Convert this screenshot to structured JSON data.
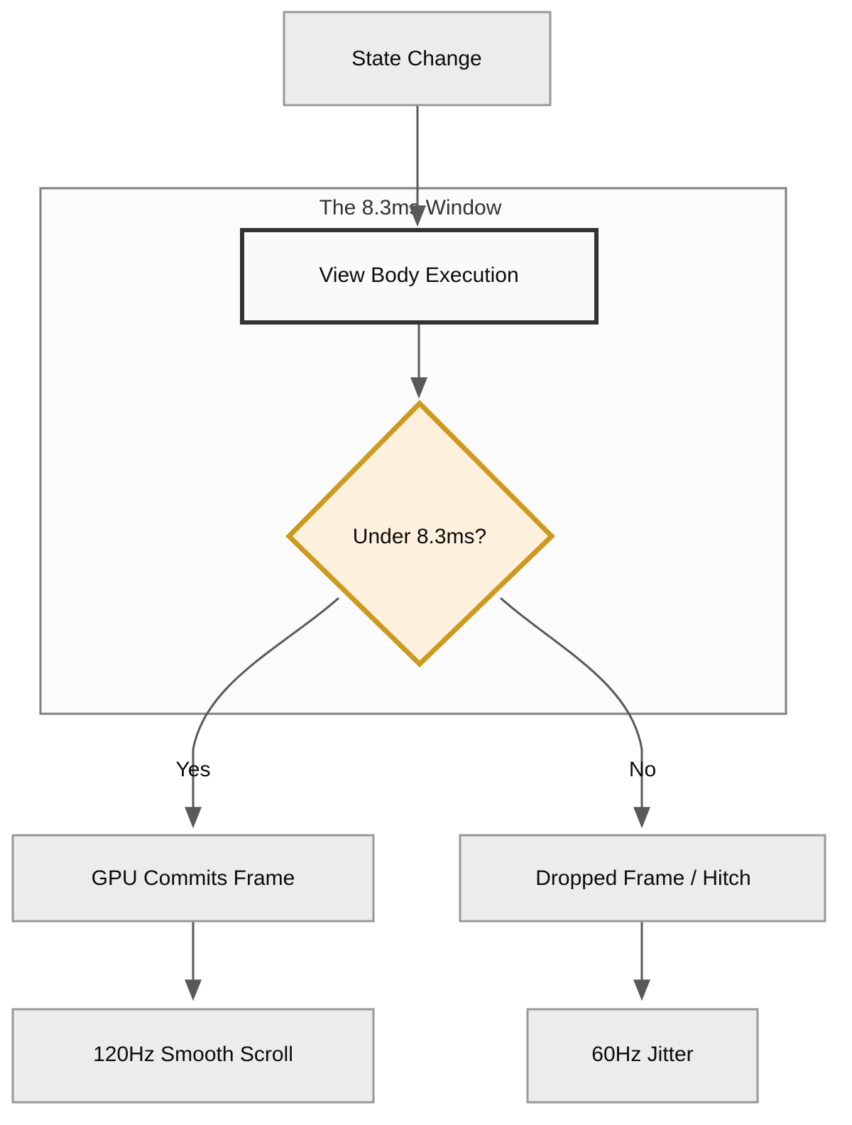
{
  "diagram": {
    "type": "flowchart",
    "title_shown": false,
    "background": "#ffffff",
    "colors": {
      "node_fill": "#ECECEC",
      "node_stroke": "#999999",
      "emphasis_fill": "#FAFAFA",
      "emphasis_stroke": "#333333",
      "decision_fill": "#FDF1DD",
      "decision_stroke": "#CC9A1F",
      "cluster_fill": "#FBFBFB",
      "cluster_stroke": "#7F7F7F",
      "edge_stroke": "#595959",
      "text": "#0B0B0B"
    },
    "cluster": {
      "label": "The 8.3ms Window"
    },
    "nodes": [
      {
        "id": "state-change",
        "label": "State Change",
        "shape": "rect",
        "style": "standard"
      },
      {
        "id": "view-body-execution",
        "label": "View Body Execution",
        "shape": "rect",
        "style": "emphasis"
      },
      {
        "id": "under-8-3ms",
        "label": "Under 8.3ms?",
        "shape": "diamond",
        "style": "decision"
      },
      {
        "id": "gpu-commits-frame",
        "label": "GPU Commits Frame",
        "shape": "rect",
        "style": "standard"
      },
      {
        "id": "dropped-frame-hitch",
        "label": "Dropped Frame / Hitch",
        "shape": "rect",
        "style": "standard"
      },
      {
        "id": "120hz-smooth-scroll",
        "label": "120Hz Smooth Scroll",
        "shape": "rect",
        "style": "standard"
      },
      {
        "id": "60hz-jitter",
        "label": "60Hz Jitter",
        "shape": "rect",
        "style": "standard"
      }
    ],
    "edges": [
      {
        "from": "state-change",
        "to": "view-body-execution",
        "label": ""
      },
      {
        "from": "view-body-execution",
        "to": "under-8-3ms",
        "label": ""
      },
      {
        "from": "under-8-3ms",
        "to": "gpu-commits-frame",
        "label": "Yes"
      },
      {
        "from": "under-8-3ms",
        "to": "dropped-frame-hitch",
        "label": "No"
      },
      {
        "from": "gpu-commits-frame",
        "to": "120hz-smooth-scroll",
        "label": ""
      },
      {
        "from": "dropped-frame-hitch",
        "to": "60hz-jitter",
        "label": ""
      }
    ],
    "edge_labels": {
      "yes": "Yes",
      "no": "No"
    }
  }
}
